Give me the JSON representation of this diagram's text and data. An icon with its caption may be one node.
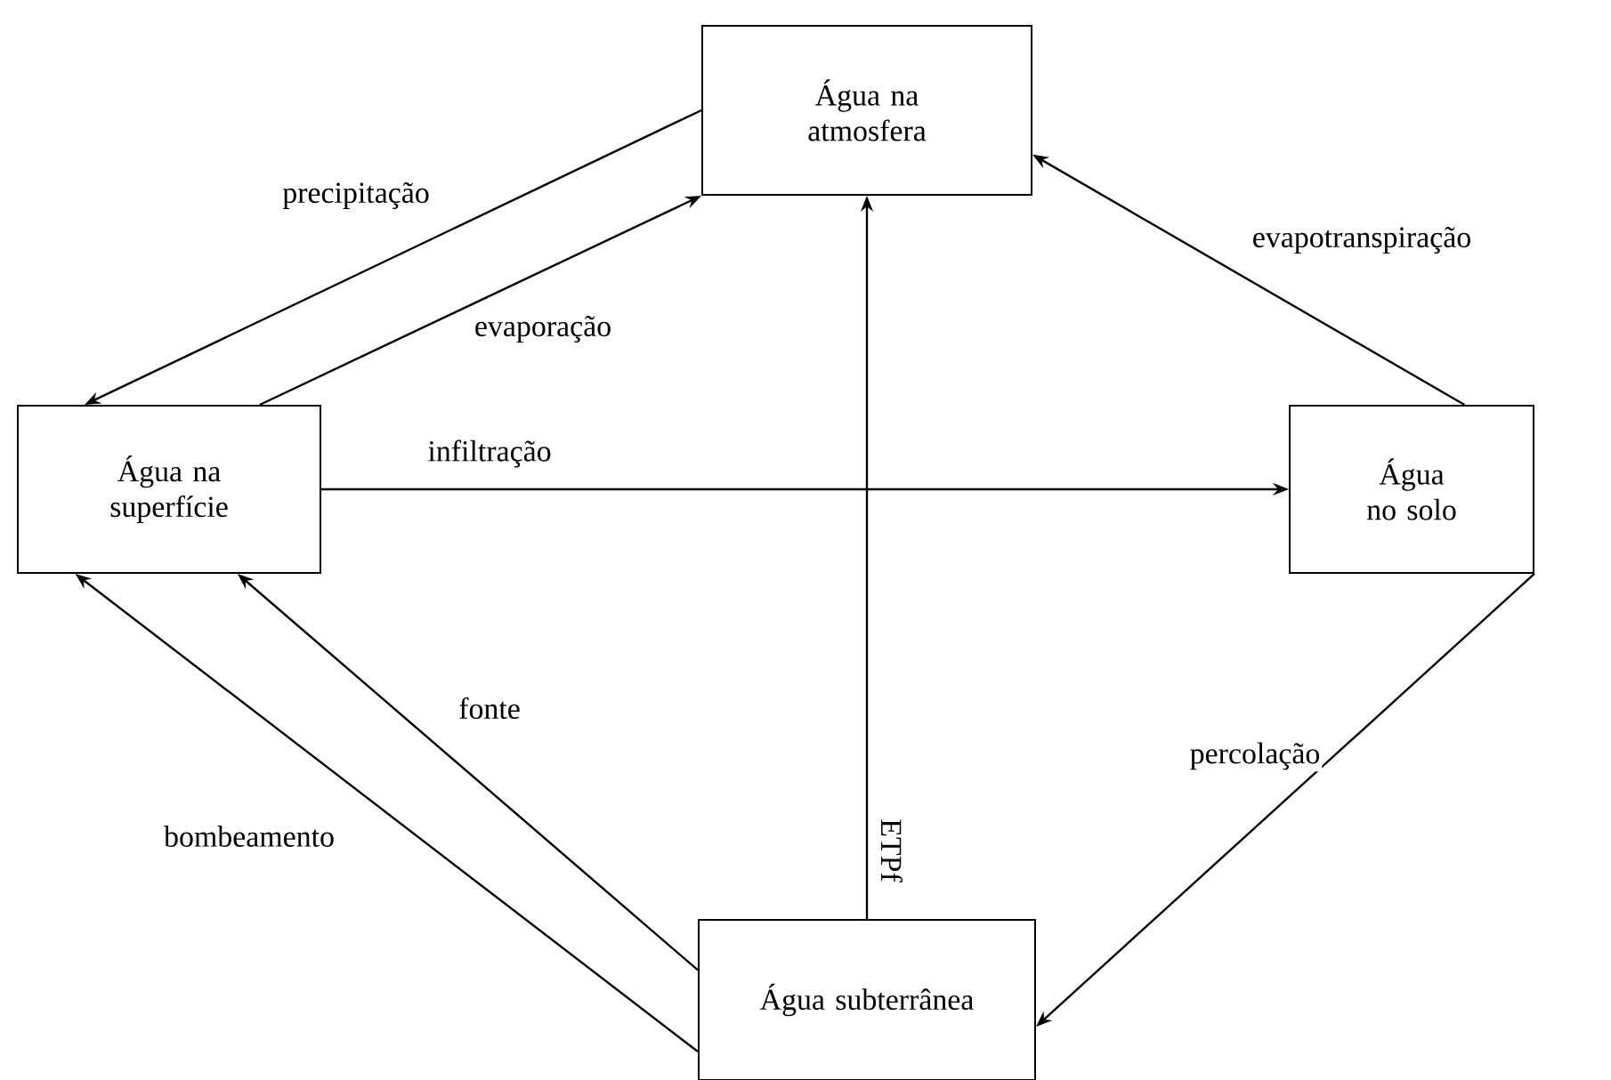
{
  "diagram": {
    "nodes": [
      {
        "text": [
          "Água na atmosfera"
        ]
      },
      {
        "text": [
          "Água na superfície"
        ]
      },
      {
        "text": [
          "Água no solo"
        ]
      },
      {
        "text": [
          "Água subterrânea"
        ]
      }
    ],
    "edges": [
      {
        "from": 0,
        "to": 1,
        "arrow": "to",
        "label": "precipitação"
      },
      {
        "from": 1,
        "to": 0,
        "arrow": "to",
        "label": "evaporação"
      },
      {
        "from": 2,
        "to": 0,
        "arrow": "to",
        "label": "evapotranspiração"
      },
      {
        "from": 1,
        "to": 2,
        "arrow": "to",
        "label": "infiltração"
      },
      {
        "from": 3,
        "to": 0,
        "arrow": "to",
        "label": "ETPf"
      },
      {
        "from": 3,
        "to": 1,
        "arrow": "to",
        "label": "fonte"
      },
      {
        "from": 3,
        "to": 1,
        "arrow": "to",
        "label": "bombeamento"
      },
      {
        "from": 2,
        "to": 3,
        "arrow": "to",
        "label": "percolação"
      }
    ]
  }
}
